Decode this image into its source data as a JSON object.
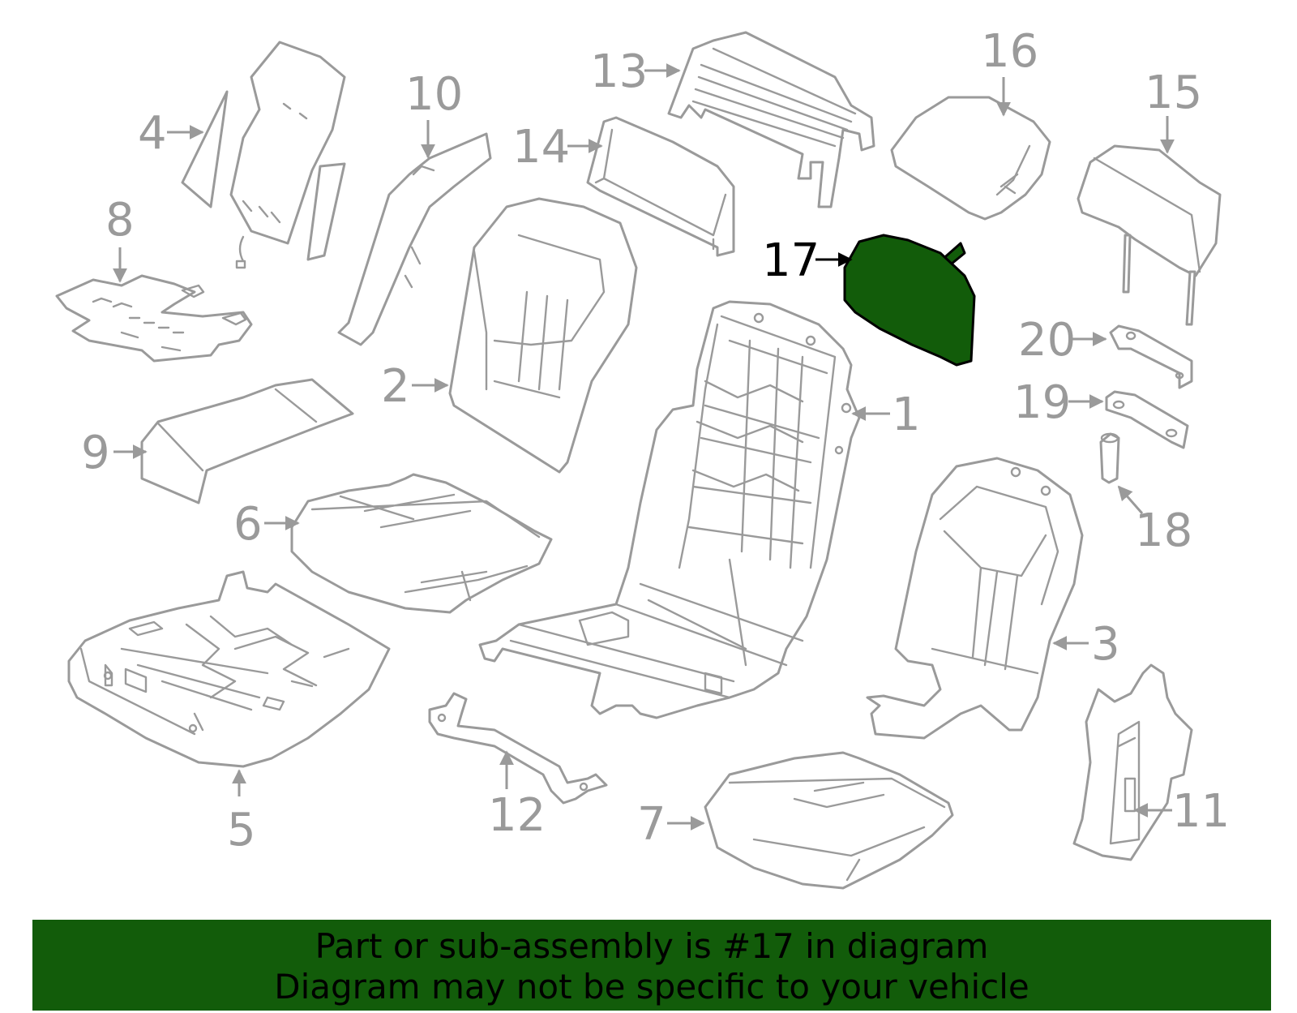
{
  "highlight_color": "#125c0a",
  "part_color": "#9a9a9a",
  "highlighted_part": "17",
  "callouts": {
    "c1": "1",
    "c2": "2",
    "c3": "3",
    "c4": "4",
    "c5": "5",
    "c6": "6",
    "c7": "7",
    "c8": "8",
    "c9": "9",
    "c10": "10",
    "c11": "11",
    "c12": "12",
    "c13": "13",
    "c14": "14",
    "c15": "15",
    "c16": "16",
    "c17": "17",
    "c18": "18",
    "c19": "19",
    "c20": "20"
  },
  "banner": {
    "line1": "Part or sub-assembly is #17 in diagram",
    "line2": "Diagram may not be specific to your vehicle"
  }
}
